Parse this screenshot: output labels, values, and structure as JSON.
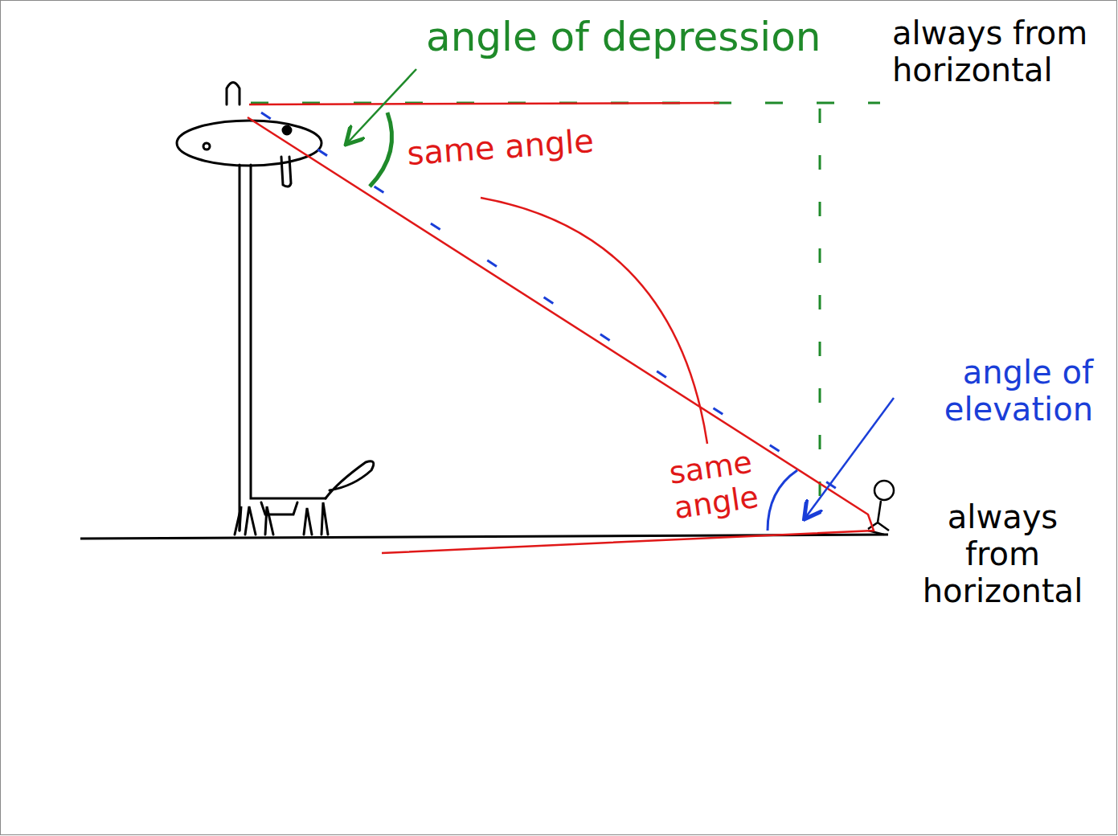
{
  "diagram": {
    "labels": [
      "angle of depression",
      "always from horizontal",
      "same angle",
      "same angle",
      "angle of elevation",
      "always from horizontal"
    ]
  }
}
